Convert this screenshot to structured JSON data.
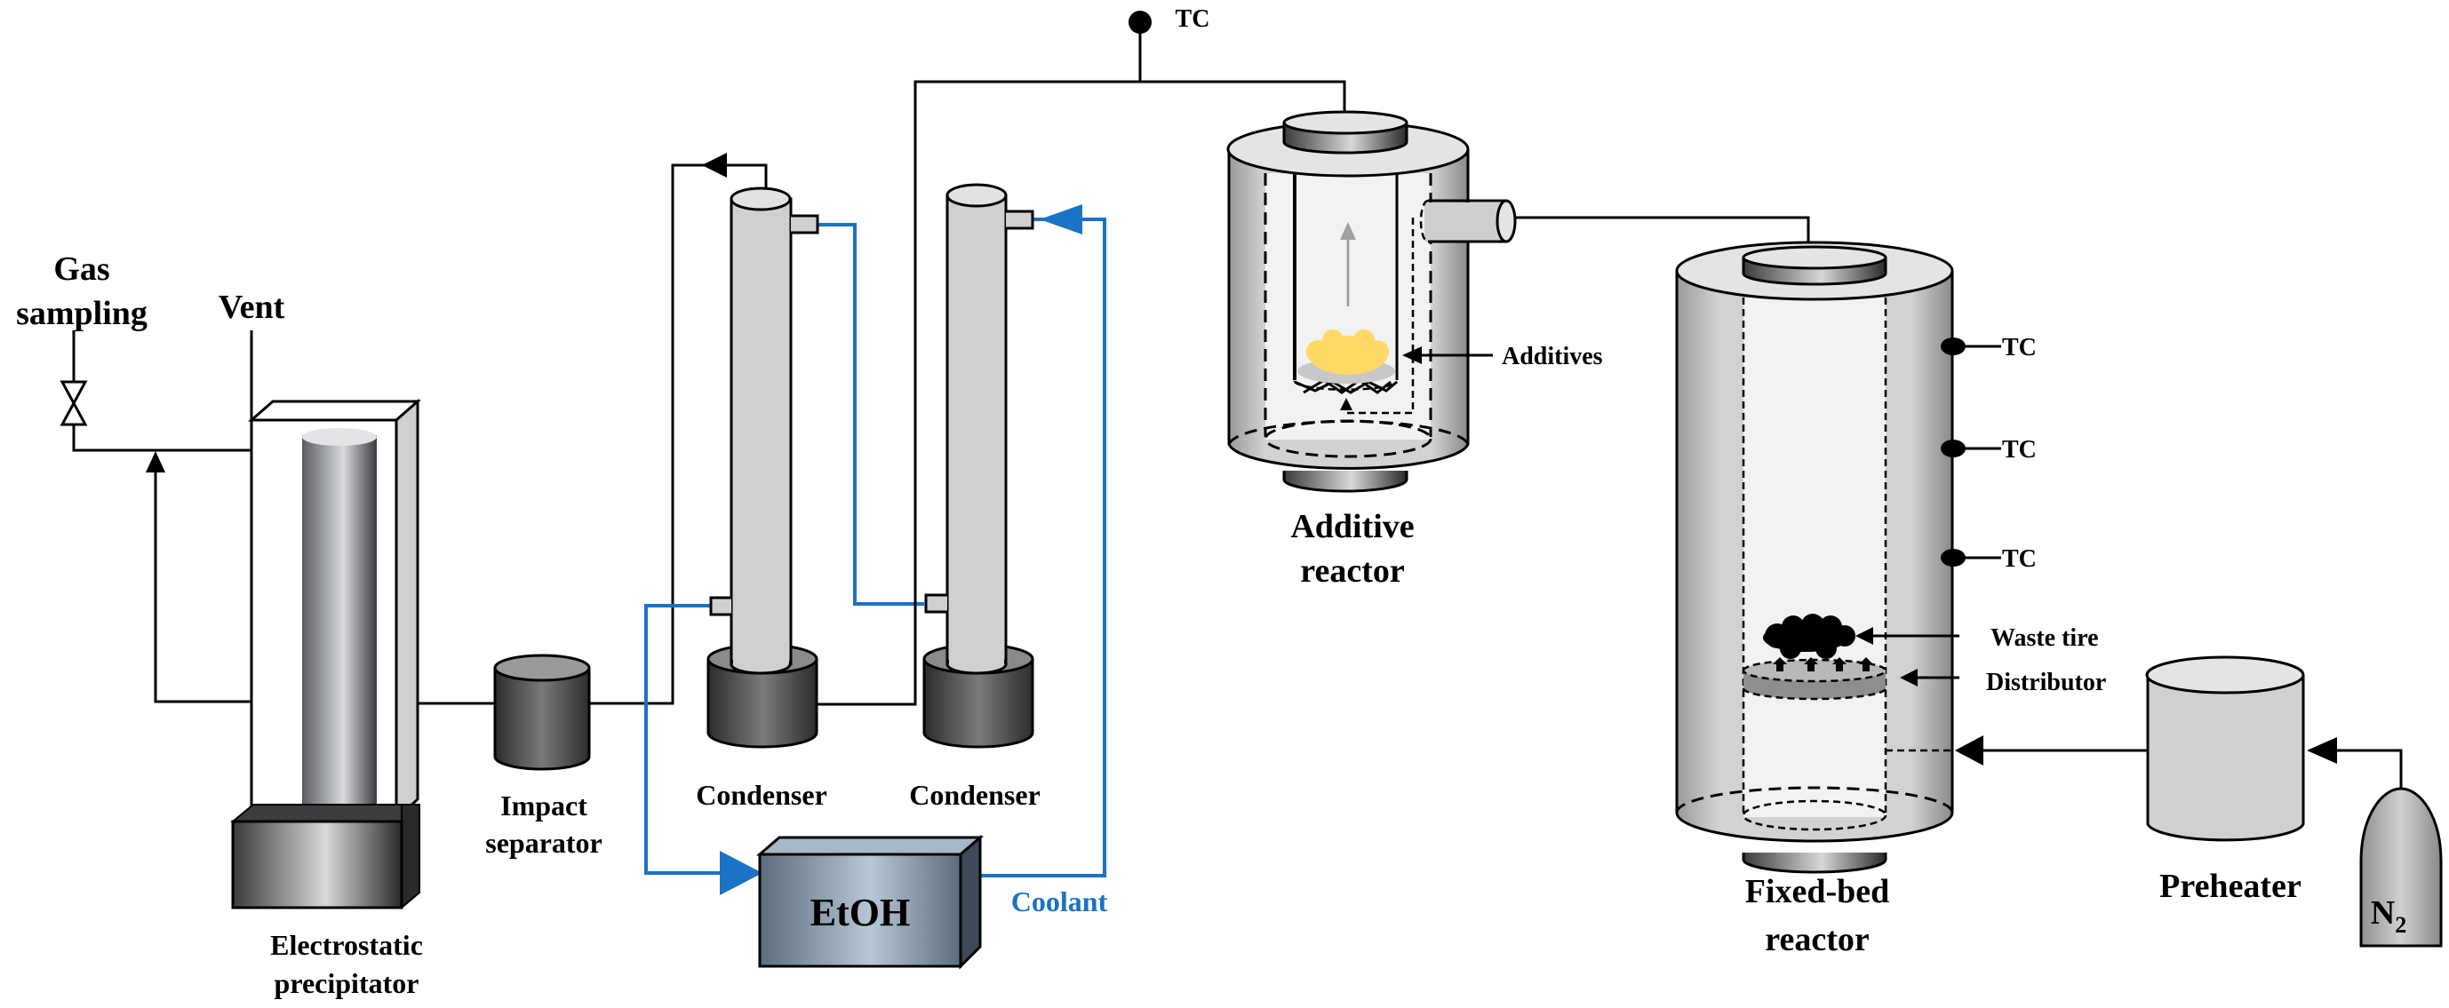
{
  "figure": {
    "type": "process-flow-diagram",
    "colors": {
      "coolant_line": "#1a73c4",
      "process_line": "#000000",
      "additives": "#ffd966",
      "equipment_light": "#d0d0d2",
      "equipment_dark": "#555557",
      "etoh_box": "#7f93a8"
    }
  },
  "labels": {
    "gas_sampling_1": "Gas",
    "gas_sampling_2": "sampling",
    "vent": "Vent",
    "esp_1": "Electrostatic",
    "esp_2": "precipitator",
    "impact_1": "Impact",
    "impact_2": "separator",
    "condenser_1": "Condenser",
    "condenser_2": "Condenser",
    "etoh": "EtOH",
    "coolant": "Coolant",
    "tc_top": "TC",
    "additives": "Additives",
    "additive_reactor_1": "Additive",
    "additive_reactor_2": "reactor",
    "tc_1": "TC",
    "tc_2": "TC",
    "tc_3": "TC",
    "waste_tire": "Waste tire",
    "distributor": "Distributor",
    "fixed_bed_1": "Fixed-bed",
    "fixed_bed_2": "reactor",
    "preheater": "Preheater",
    "n2_main": "N",
    "n2_sub": "2"
  },
  "icons": {
    "valve": "gate-valve-icon",
    "thermocouple": "thermocouple-dot-icon",
    "flow_arrow": "triangle-arrow-icon"
  }
}
